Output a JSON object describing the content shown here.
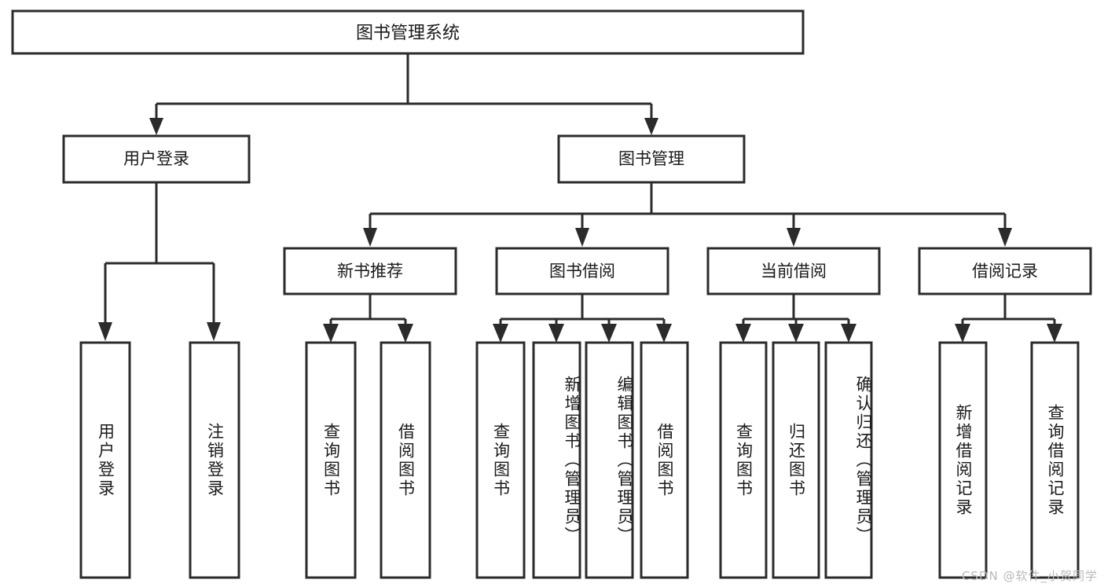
{
  "diagram": {
    "type": "tree",
    "title": "图书管理系统",
    "root": {
      "id": "root",
      "label": "图书管理系统",
      "level": 0
    },
    "level2": [
      {
        "id": "user-login",
        "label": "用户登录"
      },
      {
        "id": "book-manage",
        "label": "图书管理"
      }
    ],
    "level3": [
      {
        "id": "new-book-rec",
        "label": "新书推荐",
        "parent": "book-manage"
      },
      {
        "id": "book-borrow",
        "label": "图书借阅",
        "parent": "book-manage"
      },
      {
        "id": "current-borrow",
        "label": "当前借阅",
        "parent": "book-manage"
      },
      {
        "id": "borrow-record",
        "label": "借阅记录",
        "parent": "book-manage"
      }
    ],
    "leaves": [
      {
        "id": "leaf-user-login",
        "label": "用户登录",
        "parent": "user-login"
      },
      {
        "id": "leaf-logout",
        "label": "注销登录",
        "parent": "user-login"
      },
      {
        "id": "leaf-query-book-1",
        "label": "查询图书",
        "parent": "new-book-rec"
      },
      {
        "id": "leaf-borrow-book-1",
        "label": "借阅图书",
        "parent": "new-book-rec"
      },
      {
        "id": "leaf-query-book-2",
        "label": "查询图书",
        "parent": "book-borrow"
      },
      {
        "id": "leaf-add-book",
        "label": "新增图书（管理员）",
        "parent": "book-borrow"
      },
      {
        "id": "leaf-edit-book",
        "label": "编辑图书（管理员）",
        "parent": "book-borrow"
      },
      {
        "id": "leaf-borrow-book-2",
        "label": "借阅图书",
        "parent": "book-borrow"
      },
      {
        "id": "leaf-query-book-3",
        "label": "查询图书",
        "parent": "current-borrow"
      },
      {
        "id": "leaf-return-book",
        "label": "归还图书",
        "parent": "current-borrow"
      },
      {
        "id": "leaf-confirm-return",
        "label": "确认归还（管理员）",
        "parent": "current-borrow"
      },
      {
        "id": "leaf-add-record",
        "label": "新增借阅记录",
        "parent": "borrow-record"
      },
      {
        "id": "leaf-query-record",
        "label": "查询借阅记录",
        "parent": "borrow-record"
      }
    ],
    "colors": {
      "box_fill": "#ffffff",
      "box_stroke": "#2b2b2b",
      "connector": "#2b2b2b",
      "text": "#1a1a1a",
      "background": "#ffffff",
      "watermark": "#b9b9b9"
    }
  },
  "watermark": {
    "text": "CSDN @软件_小贺同学"
  }
}
